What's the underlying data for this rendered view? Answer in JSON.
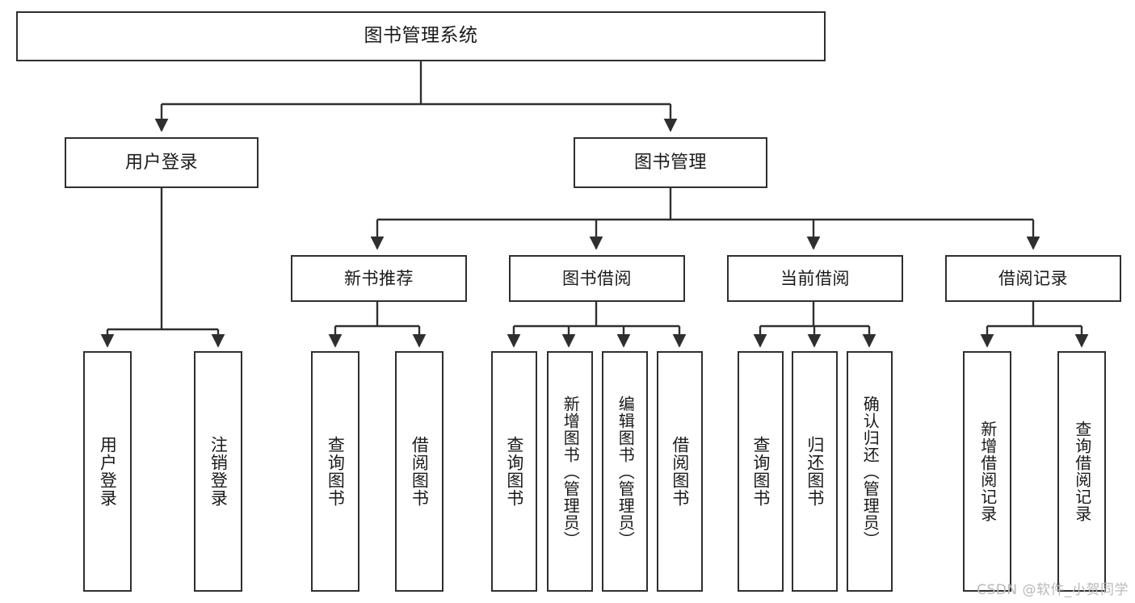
{
  "diagram": {
    "title": "图书管理系统",
    "type": "functional-structure-tree",
    "orientation": "top-down",
    "colors": {
      "box_border": "#2f2f2f",
      "box_fill": "#ffffff",
      "edge": "#2f2f2f",
      "text": "#1a1a1a",
      "watermark": "#b9b9b9",
      "background": "#ffffff"
    }
  },
  "nodes": {
    "root": {
      "label": "图书管理系统"
    },
    "level2": [
      {
        "id": "user-login",
        "label": "用户登录"
      },
      {
        "id": "book-manage",
        "label": "图书管理"
      }
    ],
    "level3": [
      {
        "id": "new-book-recommend",
        "label": "新书推荐"
      },
      {
        "id": "book-borrow",
        "label": "图书借阅"
      },
      {
        "id": "current-borrow",
        "label": "当前借阅"
      },
      {
        "id": "borrow-record",
        "label": "借阅记录"
      }
    ],
    "leaves": {
      "user_login": [
        {
          "id": "leaf-user-login",
          "label": "用户登录"
        },
        {
          "id": "leaf-logout-login",
          "label": "注销登录"
        }
      ],
      "new_book_recommend": [
        {
          "id": "leaf-query-book-1",
          "label": "查询图书"
        },
        {
          "id": "leaf-borrow-book-1",
          "label": "借阅图书"
        }
      ],
      "book_borrow": [
        {
          "id": "leaf-query-book-2",
          "label": "查询图书"
        },
        {
          "id": "leaf-add-book",
          "label": "新增图书（管理员）"
        },
        {
          "id": "leaf-edit-book",
          "label": "编辑图书（管理员）"
        },
        {
          "id": "leaf-borrow-book-2",
          "label": "借阅图书"
        }
      ],
      "current_borrow": [
        {
          "id": "leaf-query-book-3",
          "label": "查询图书"
        },
        {
          "id": "leaf-return-book",
          "label": "归还图书"
        },
        {
          "id": "leaf-confirm-return",
          "label": "确认归还（管理员）"
        }
      ],
      "borrow_record": [
        {
          "id": "leaf-add-borrow-record",
          "label": "新增借阅记录"
        },
        {
          "id": "leaf-query-borrow-record",
          "label": "查询借阅记录"
        }
      ]
    }
  },
  "watermark": {
    "text": "CSDN @软件_小贺同学"
  }
}
